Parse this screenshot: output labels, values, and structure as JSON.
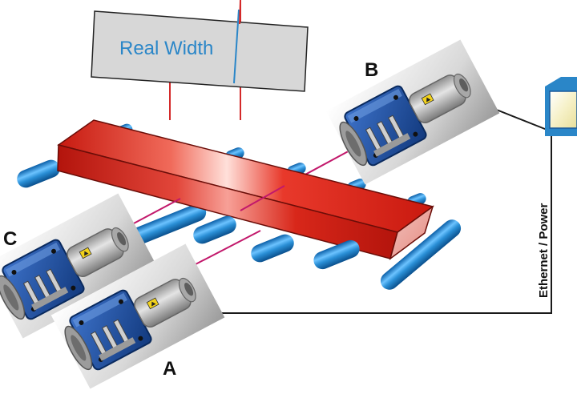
{
  "diagram": {
    "width_label": "Real Width",
    "sensors": [
      {
        "id": "A",
        "label": "A"
      },
      {
        "id": "B",
        "label": "B"
      },
      {
        "id": "C",
        "label": "C"
      }
    ],
    "cable_label": "Ethernet / Power"
  },
  "colors": {
    "beam": "#c2186b",
    "width_line": "#2a86c8",
    "bar": "#d9261b",
    "roller": "#2a8fd6",
    "sensor_housing": "#1b4fa3",
    "laser_barrel": "#b8b8b8",
    "cable": "#1a1a1a",
    "connector": "#2a86c8",
    "width_box": "#d7d7d7"
  },
  "icons": {
    "sensor": "laser-sensor-icon",
    "connector": "network-connector-icon"
  }
}
